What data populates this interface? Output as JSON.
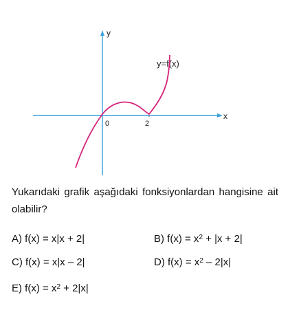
{
  "graph": {
    "x_axis_label": "x",
    "y_axis_label": "y",
    "origin_label": "0",
    "tick_label": "2",
    "function_label": "y=f(x)",
    "colors": {
      "axis": "#3ba3dc",
      "curve": "#d6247b"
    }
  },
  "question": {
    "text": "Yukarıdaki grafik aşağıdaki fonksiyonlardan hangisine ait olabilir?"
  },
  "options": [
    {
      "letter": "A)",
      "pre": "f(x) = x|x + 2|",
      "sup": "",
      "post": ""
    },
    {
      "letter": "B)",
      "pre": "f(x) = x",
      "sup": "2",
      "post": " + |x + 2|"
    },
    {
      "letter": "C)",
      "pre": "f(x) = x|x – 2|",
      "sup": "",
      "post": ""
    },
    {
      "letter": "D)",
      "pre": "f(x) = x",
      "sup": "2",
      "post": " – 2|x|"
    },
    {
      "letter": "E)",
      "pre": "f(x) = x",
      "sup": "2",
      "post": " + 2|x|"
    }
  ]
}
